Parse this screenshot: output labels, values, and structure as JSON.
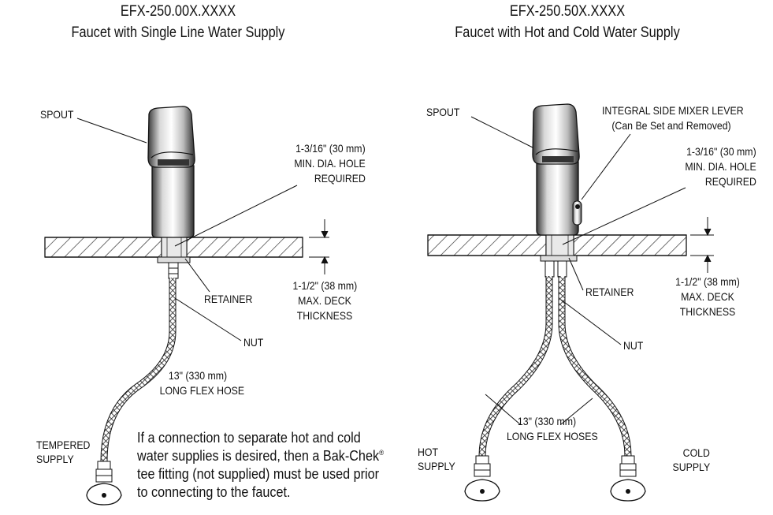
{
  "left": {
    "model": "EFX-250.00X.XXXX",
    "subtitle": "Faucet with Single Line Water Supply",
    "spout": "SPOUT",
    "hole": [
      "1-3/16\" (30 mm)",
      "MIN. DIA. HOLE",
      "REQUIRED"
    ],
    "retainer": "RETAINER",
    "deck": [
      "1-1/2\" (38 mm)",
      "MAX. DECK",
      "THICKNESS"
    ],
    "nut": "NUT",
    "hose": [
      "13\" (330 mm)",
      "LONG FLEX HOSE"
    ],
    "supply": [
      "TEMPERED",
      "SUPPLY"
    ]
  },
  "right": {
    "model": "EFX-250.50X.XXXX",
    "subtitle": "Faucet with Hot and Cold Water Supply",
    "spout": "SPOUT",
    "lever": [
      "INTEGRAL SIDE MIXER LEVER",
      "(Can Be Set and Removed)"
    ],
    "hole": [
      "1-3/16\" (30 mm)",
      "MIN. DIA. HOLE",
      "REQUIRED"
    ],
    "retainer": "RETAINER",
    "deck": [
      "1-1/2\" (38 mm)",
      "MAX. DECK",
      "THICKNESS"
    ],
    "nut": "NUT",
    "hose": [
      "13\" (330 mm)",
      "LONG FLEX HOSES"
    ],
    "hot": [
      "HOT",
      "SUPPLY"
    ],
    "cold": [
      "COLD",
      "SUPPLY"
    ]
  },
  "note": {
    "lines": [
      "If a connection to separate hot and cold",
      "water supplies is desired, then a Bak-Chek",
      "tee fitting (not supplied) must be used prior",
      "to connecting to the faucet."
    ],
    "reg": "®"
  }
}
